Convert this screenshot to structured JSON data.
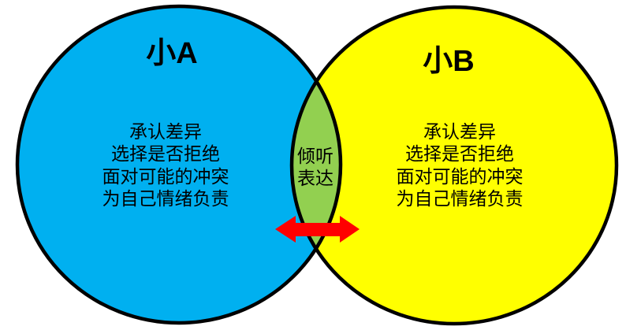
{
  "diagram": {
    "type": "venn",
    "background_color": "#FFFFFF",
    "outline_color": "#000000",
    "left_circle": {
      "label": "小A",
      "color": "#00B0F0",
      "items": [
        "承认差异",
        "选择是否拒绝",
        "面对可能的冲突",
        "为自己情绪负责"
      ]
    },
    "right_circle": {
      "label": "小B",
      "color": "#FFFF00",
      "items": [
        "承认差异",
        "选择是否拒绝",
        "面对可能的冲突",
        "为自己情绪负责"
      ]
    },
    "intersection": {
      "color": "#92D050",
      "items": [
        "倾听",
        "表达"
      ]
    },
    "arrow": {
      "color": "#FF0000"
    }
  }
}
